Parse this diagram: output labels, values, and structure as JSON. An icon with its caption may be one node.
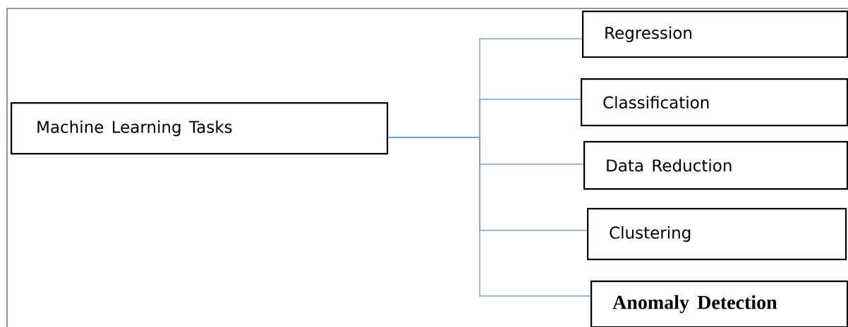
{
  "diagram": {
    "nodes": [
      {
        "text": [
          "Machine Learning Tasks"
        ]
      },
      {
        "text": [
          "Regression"
        ]
      },
      {
        "text": [
          "Classification"
        ]
      },
      {
        "text": [
          "Data Reduction"
        ]
      },
      {
        "text": [
          "Clustering"
        ]
      },
      {
        "text": [
          "Anomaly Detection"
        ]
      }
    ],
    "edges": [
      {
        "from": 0,
        "to": 1,
        "arrow": "none"
      },
      {
        "from": 0,
        "to": 2,
        "arrow": "none"
      },
      {
        "from": 0,
        "to": 3,
        "arrow": "none"
      },
      {
        "from": 0,
        "to": 4,
        "arrow": "none"
      },
      {
        "from": 0,
        "to": 5,
        "arrow": "none"
      }
    ]
  }
}
